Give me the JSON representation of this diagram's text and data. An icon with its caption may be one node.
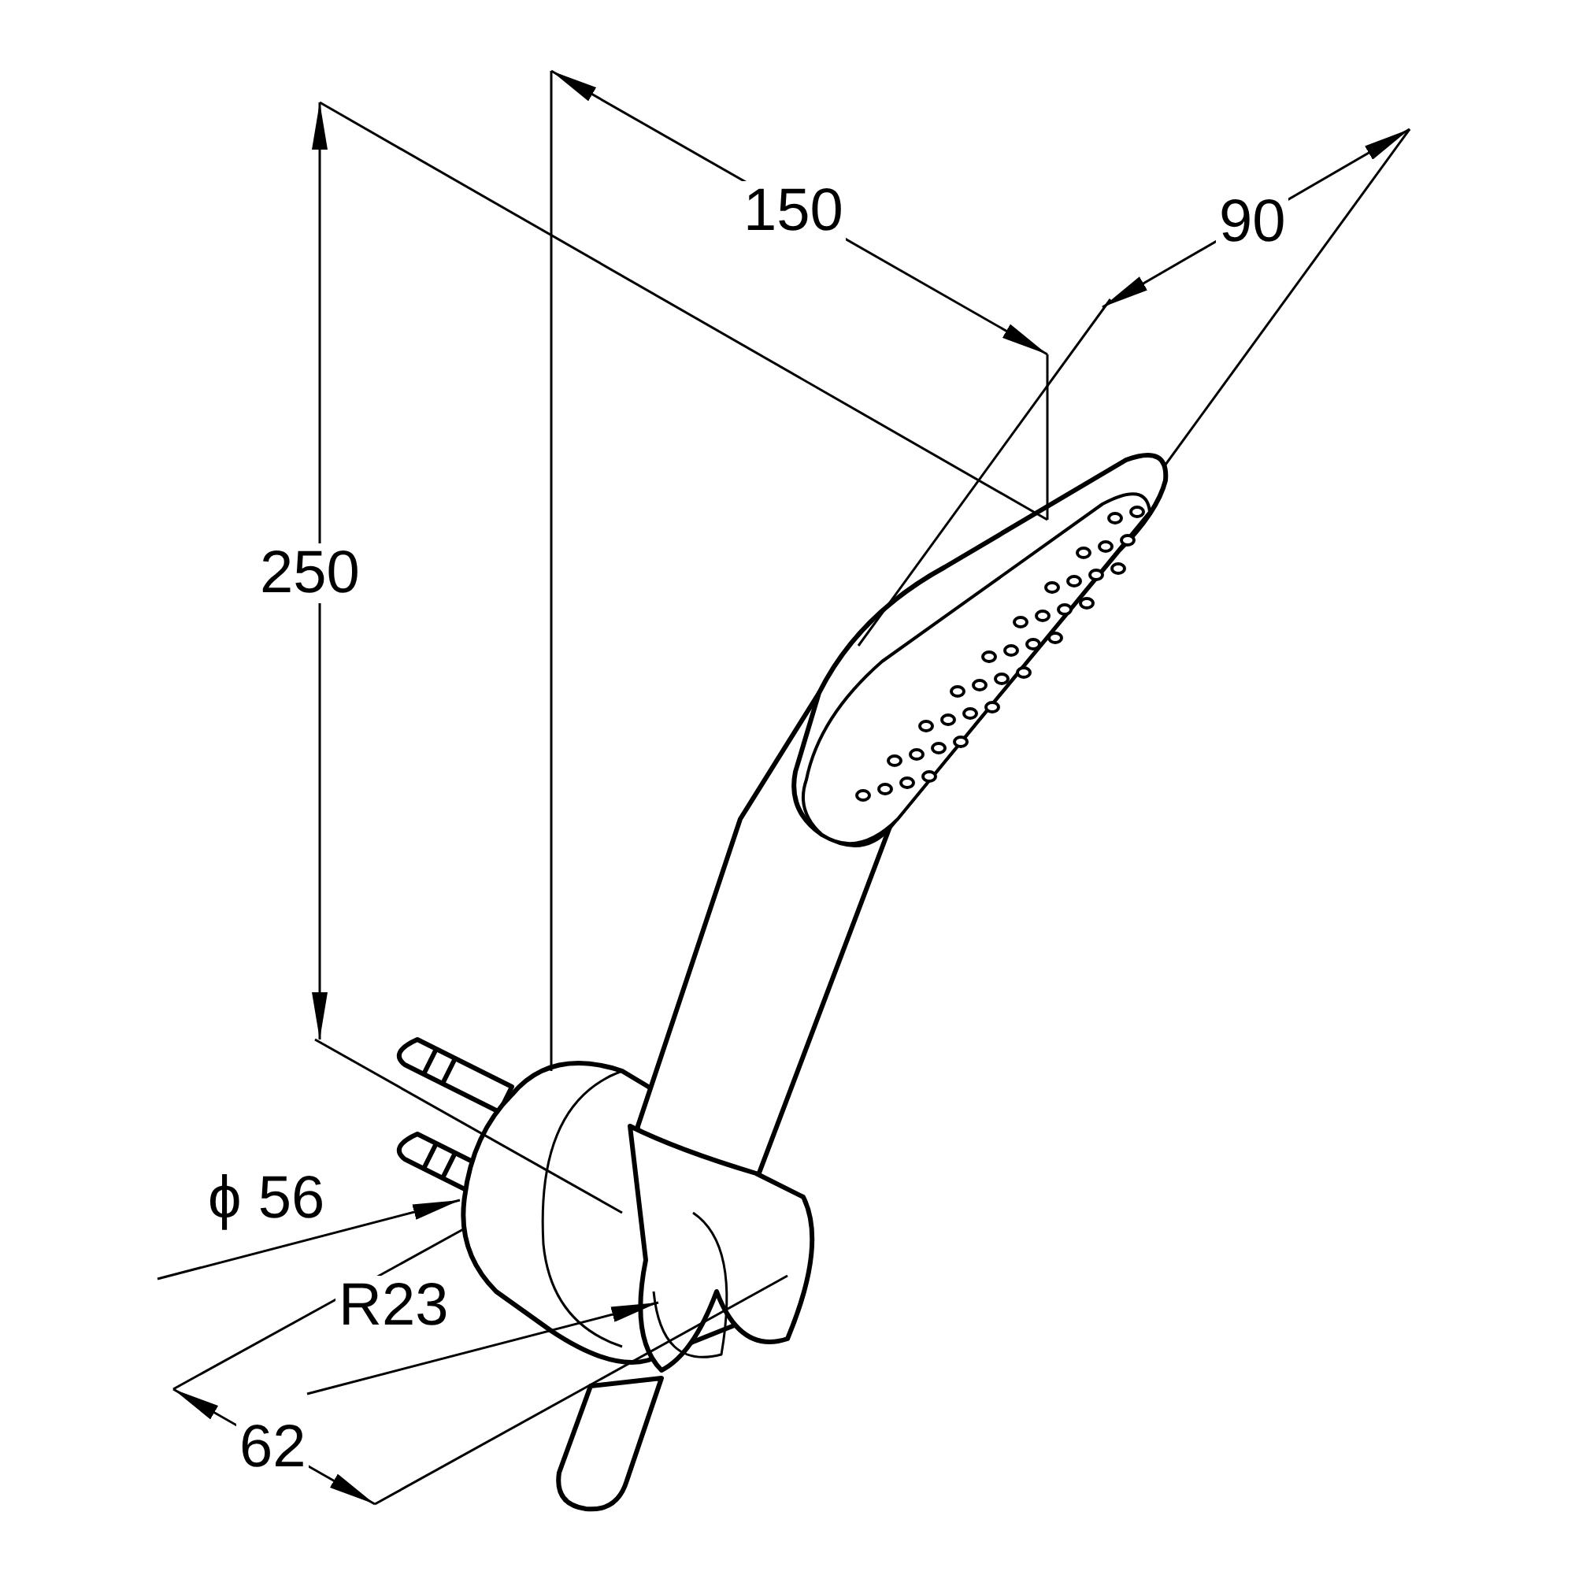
{
  "diagram": {
    "labels": [
      "150",
      "90",
      "250",
      "ϕ 56",
      "R23",
      "62"
    ]
  }
}
